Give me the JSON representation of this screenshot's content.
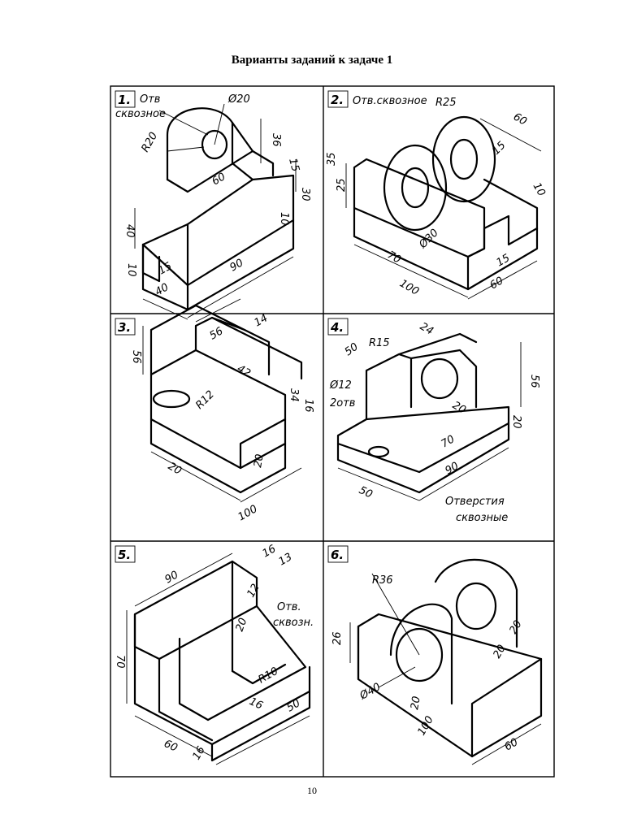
{
  "page": {
    "title": "Варианты заданий к задаче 1",
    "number": "10"
  },
  "variants": [
    {
      "label": "1.",
      "notes": [
        "Отв",
        "сквозное"
      ],
      "dims": [
        "Ø20",
        "R20",
        "36",
        "15",
        "30",
        "60",
        "40",
        "10",
        "10",
        "15",
        "40",
        "90"
      ]
    },
    {
      "label": "2.",
      "notes": [
        "Отв.сквозное",
        "R25"
      ],
      "dims": [
        "60",
        "35",
        "25",
        "15",
        "10",
        "Ø30",
        "70",
        "100",
        "15",
        "60"
      ]
    },
    {
      "label": "3.",
      "notes": [],
      "dims": [
        "56",
        "14",
        "56",
        "42",
        "34",
        "16",
        "R12",
        "20",
        "20",
        "100"
      ]
    },
    {
      "label": "4.",
      "notes": [
        "Ø12",
        "2отв",
        "Отверстия",
        "сквозные"
      ],
      "dims": [
        "50",
        "24",
        "R15",
        "56",
        "20",
        "20",
        "70",
        "90",
        "50"
      ]
    },
    {
      "label": "5.",
      "notes": [
        "Отв.",
        "сквозн."
      ],
      "dims": [
        "90",
        "16",
        "13",
        "12",
        "20",
        "70",
        "R10",
        "16",
        "50",
        "60",
        "16"
      ]
    },
    {
      "label": "6.",
      "notes": [],
      "dims": [
        "R36",
        "26",
        "20",
        "20",
        "Ø40",
        "20",
        "100",
        "60"
      ]
    }
  ]
}
